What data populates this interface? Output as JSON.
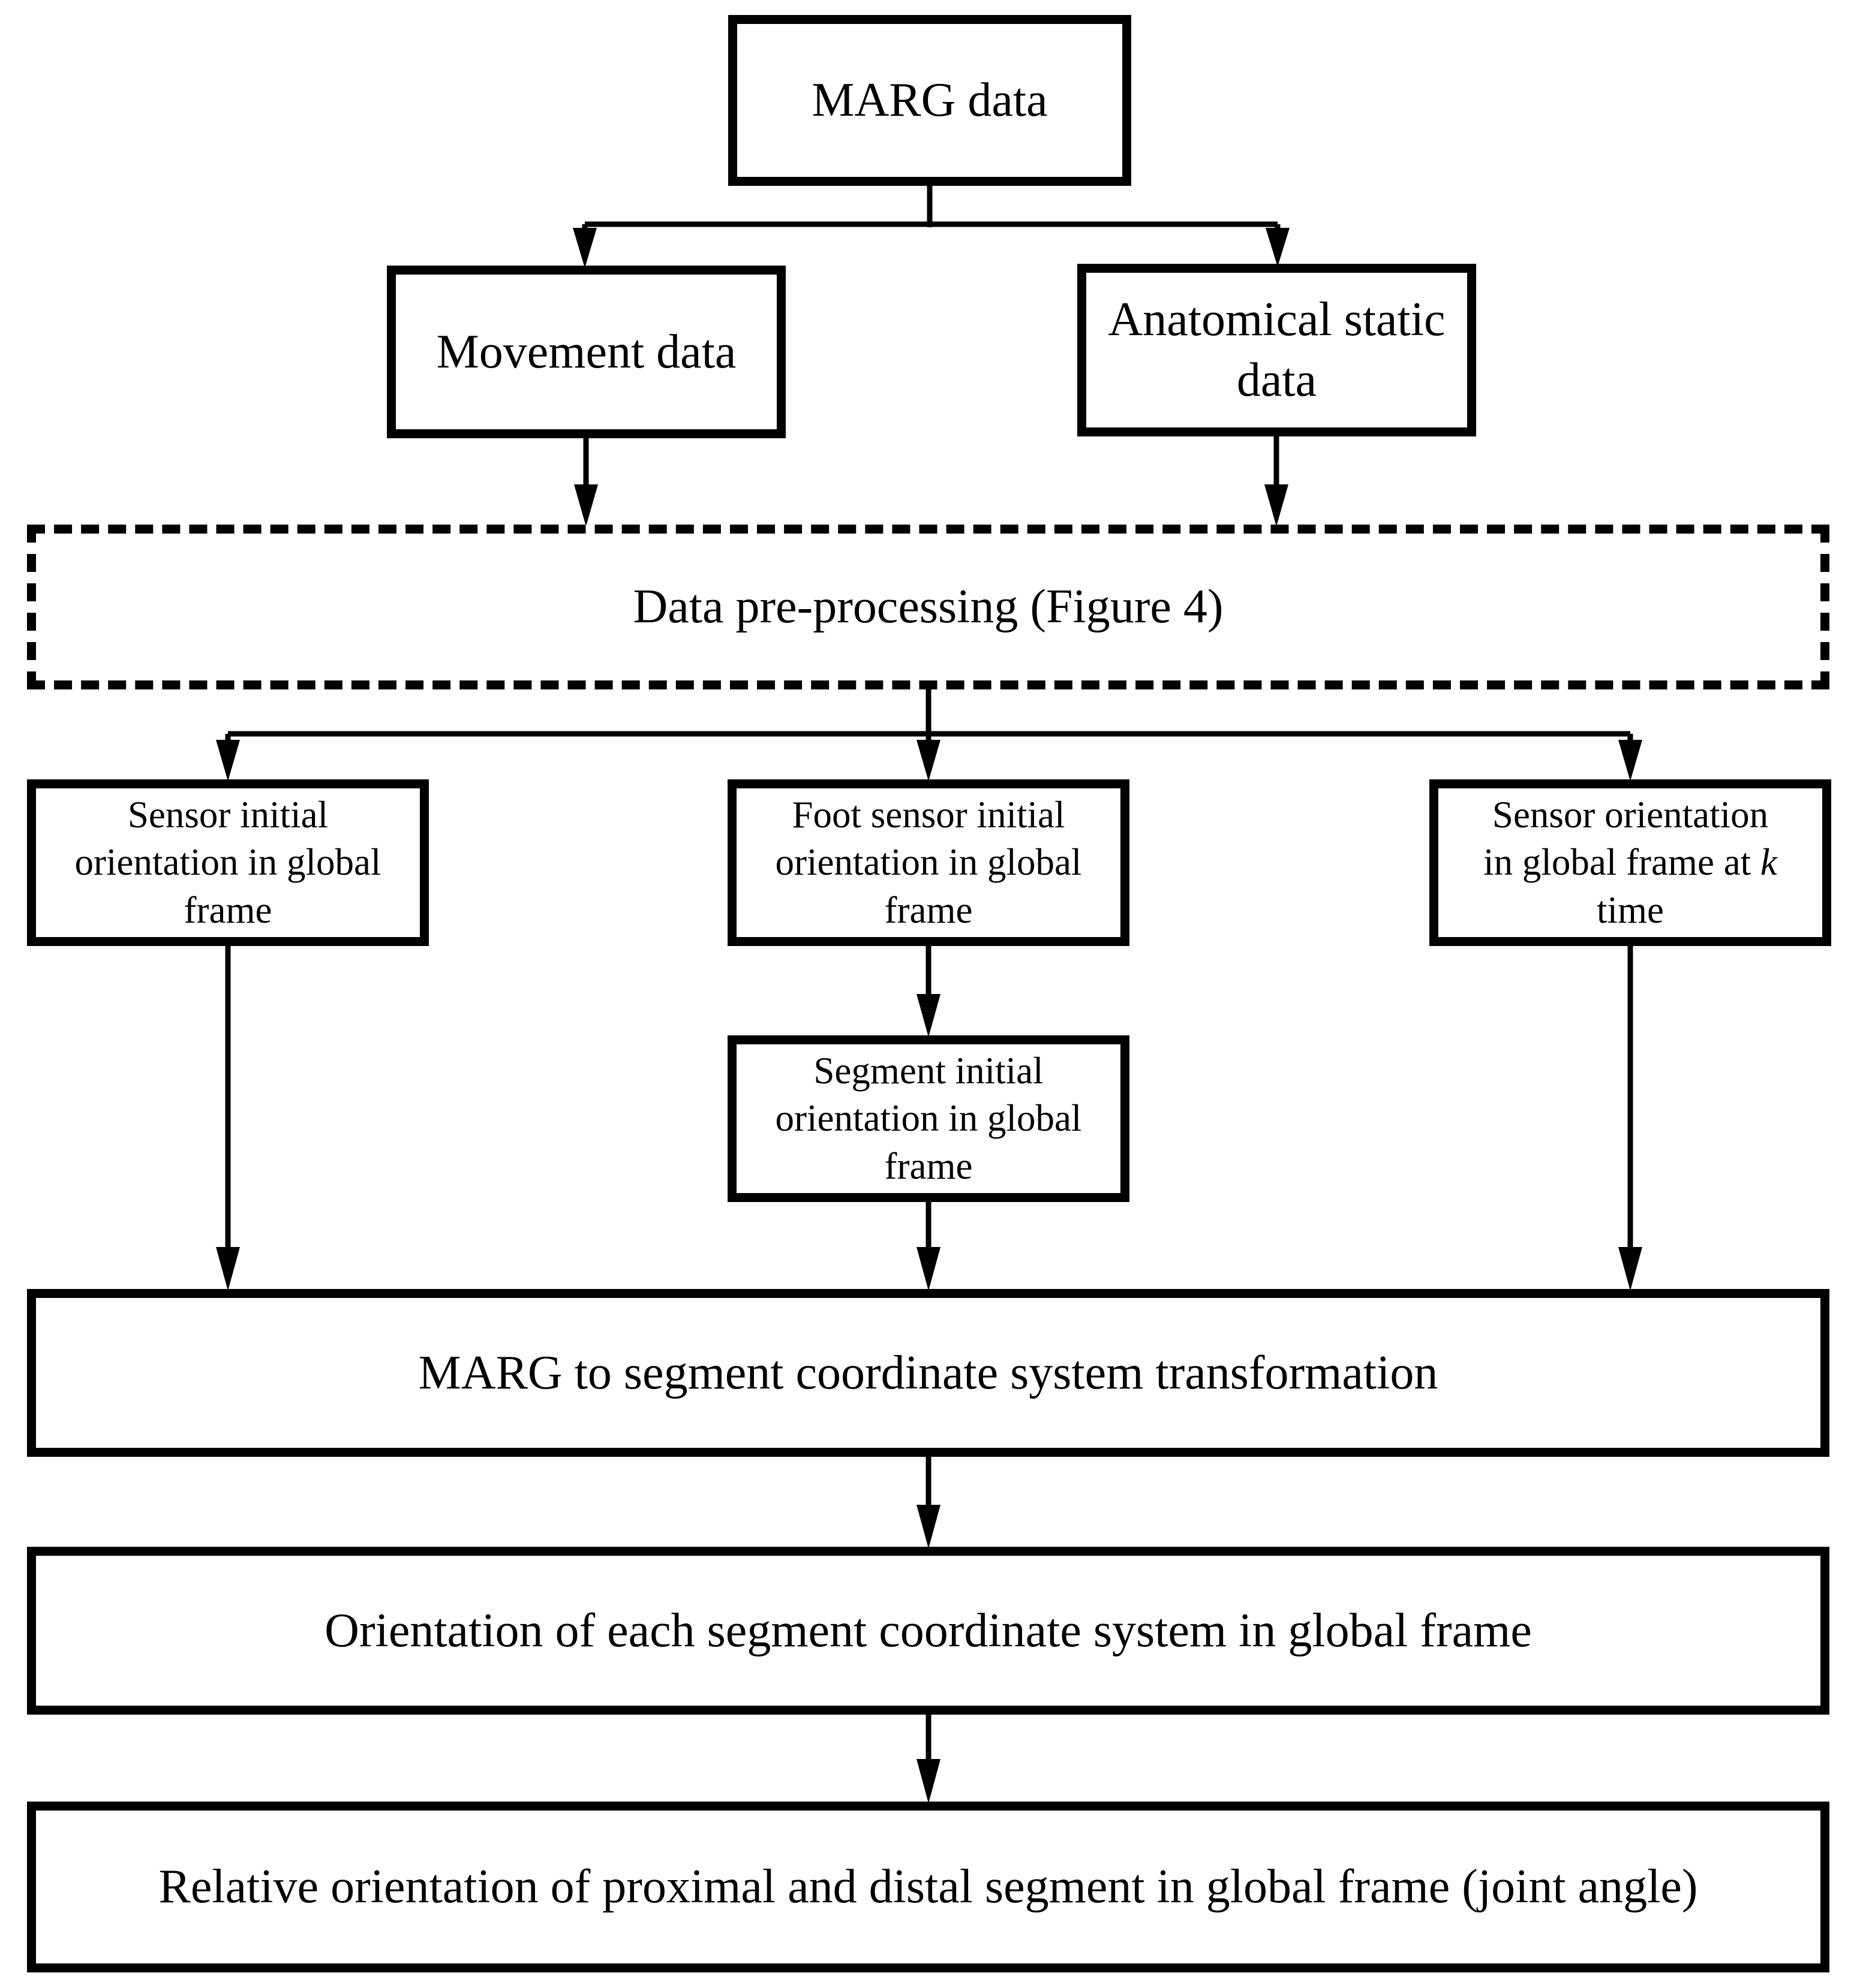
{
  "diagram": {
    "type": "flowchart",
    "colors": {
      "stroke": "#000000",
      "background": "#ffffff",
      "text": "#000000"
    },
    "nodes": {
      "marg_data": {
        "label": "MARG data"
      },
      "movement_data": {
        "label": "Movement data"
      },
      "anatomical_static_data": {
        "label": "Anatomical static\ndata"
      },
      "data_preprocessing": {
        "label": "Data pre-processing (Figure 4)"
      },
      "sensor_initial_orientation": {
        "label": "Sensor initial\norientation in global\nframe"
      },
      "foot_sensor_initial_orientation": {
        "label": "Foot sensor initial\norientation in global\nframe"
      },
      "sensor_orientation_at_k": {
        "label_prefix": "Sensor orientation\nin global frame at ",
        "label_italic": "k",
        "label_suffix": "\ntime"
      },
      "segment_initial_orientation": {
        "label": "Segment initial\norientation in global\nframe"
      },
      "marg_to_segment_transformation": {
        "label": "MARG to segment coordinate system transformation"
      },
      "orientation_each_segment": {
        "label": "Orientation of each segment coordinate system in global frame"
      },
      "relative_orientation_joint_angle": {
        "label": "Relative orientation of proximal and distal segment in global frame (joint angle)"
      }
    },
    "edges": [
      {
        "from": "marg_data",
        "to": "movement_data"
      },
      {
        "from": "marg_data",
        "to": "anatomical_static_data"
      },
      {
        "from": "movement_data",
        "to": "data_preprocessing"
      },
      {
        "from": "anatomical_static_data",
        "to": "data_preprocessing"
      },
      {
        "from": "data_preprocessing",
        "to": "sensor_initial_orientation"
      },
      {
        "from": "data_preprocessing",
        "to": "foot_sensor_initial_orientation"
      },
      {
        "from": "data_preprocessing",
        "to": "sensor_orientation_at_k"
      },
      {
        "from": "foot_sensor_initial_orientation",
        "to": "segment_initial_orientation"
      },
      {
        "from": "sensor_initial_orientation",
        "to": "marg_to_segment_transformation"
      },
      {
        "from": "segment_initial_orientation",
        "to": "marg_to_segment_transformation"
      },
      {
        "from": "sensor_orientation_at_k",
        "to": "marg_to_segment_transformation"
      },
      {
        "from": "marg_to_segment_transformation",
        "to": "orientation_each_segment"
      },
      {
        "from": "orientation_each_segment",
        "to": "relative_orientation_joint_angle"
      }
    ]
  }
}
